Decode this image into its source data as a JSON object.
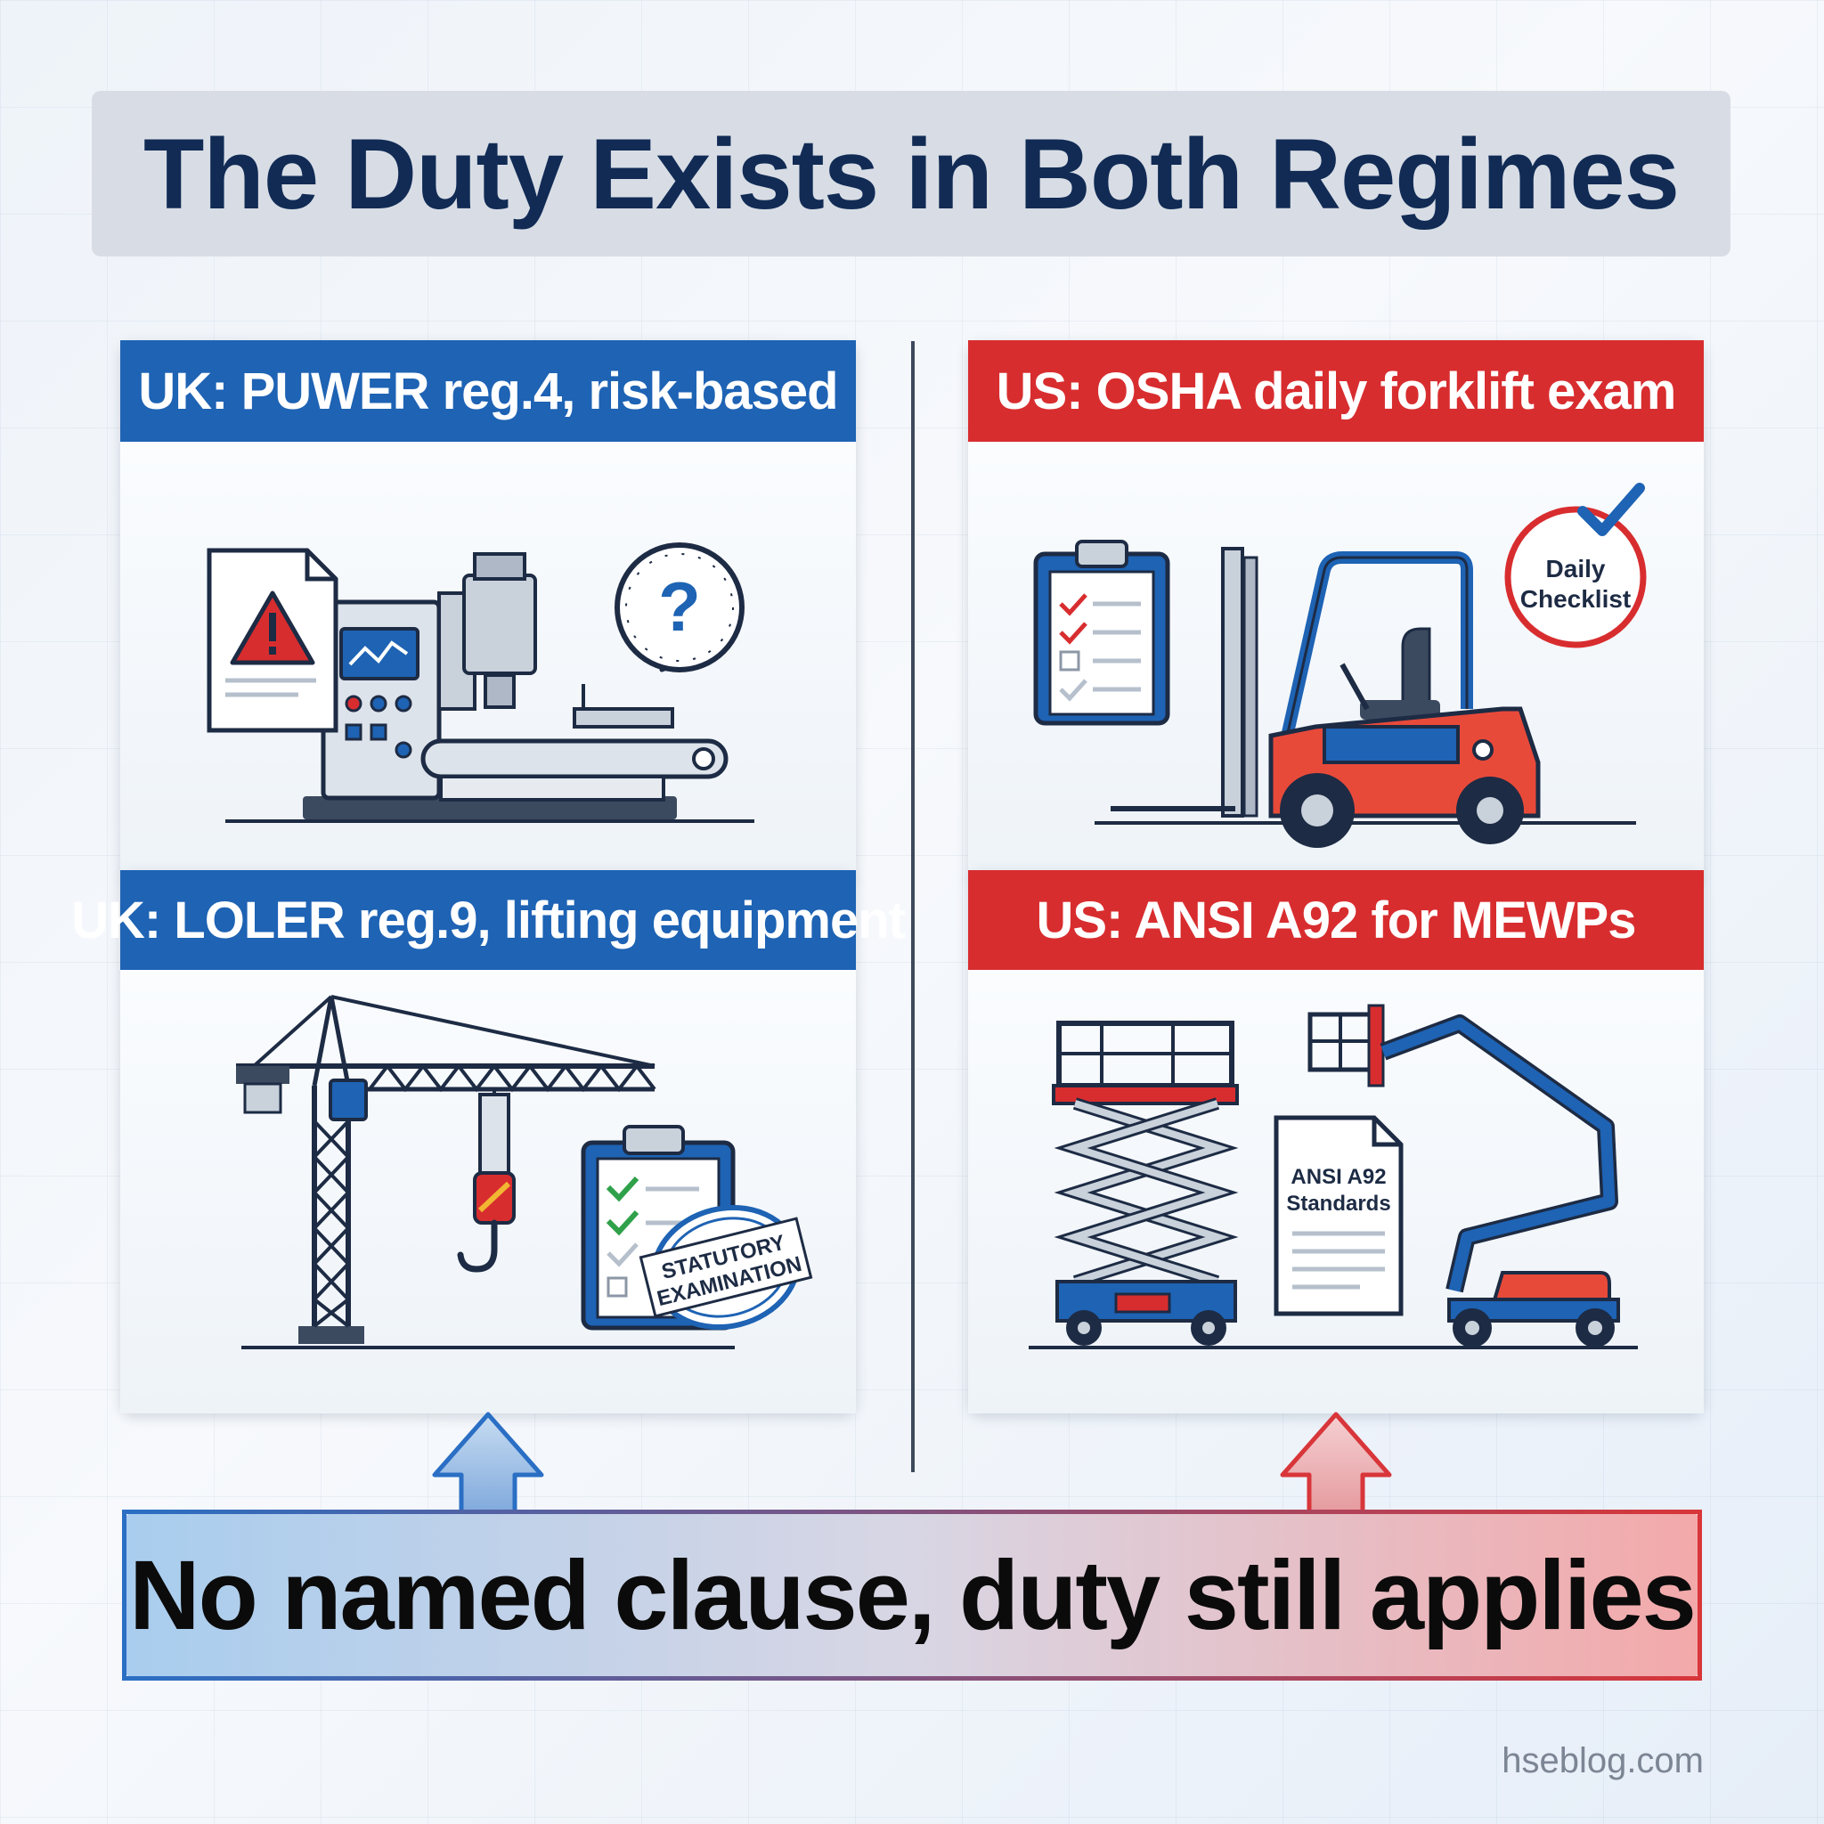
{
  "title": "The Duty Exists in Both Regimes",
  "cards": {
    "uk_puwer": {
      "heading": "UK: PUWER reg.4, risk-based"
    },
    "us_osha": {
      "heading": "US: OSHA daily forklift exam",
      "badge_line1": "Daily",
      "badge_line2": "Checklist"
    },
    "uk_loler": {
      "heading": "UK: LOLER reg.9, lifting equipment",
      "stamp_line1": "STATUTORY",
      "stamp_line2": "EXAMINATION"
    },
    "us_ansi": {
      "heading": "US: ANSI A92 for MEWPs",
      "doc_line1": "ANSI A92",
      "doc_line2": "Standards"
    }
  },
  "banner": "No named clause, duty still applies",
  "footer": "hseblog.com",
  "colors": {
    "uk": "#1e63b4",
    "us": "#d82d2f",
    "title_text": "#112b55"
  }
}
